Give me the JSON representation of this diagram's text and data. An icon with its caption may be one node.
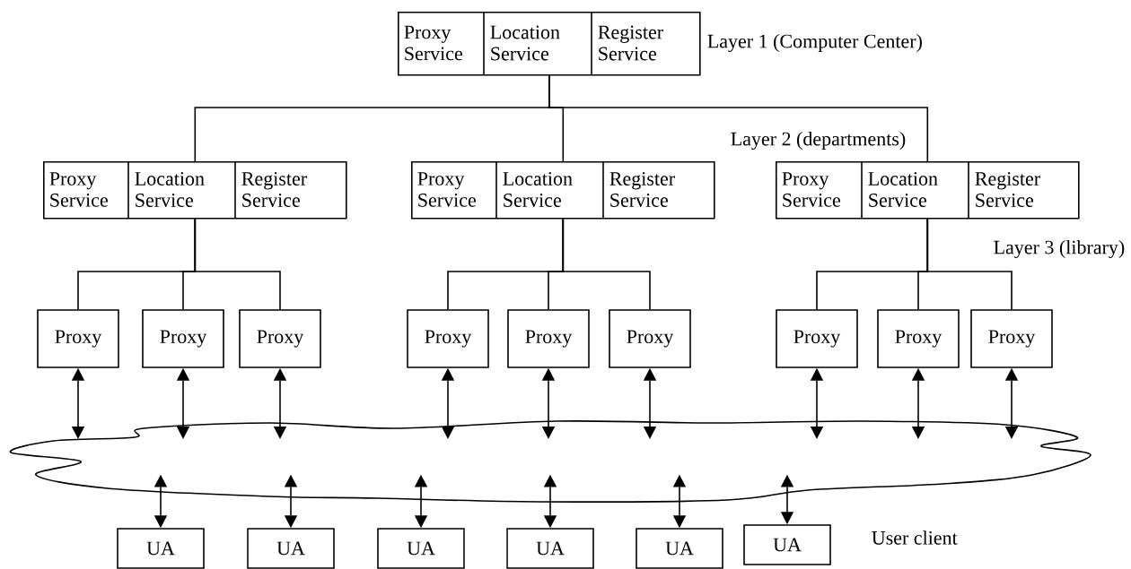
{
  "diagram": {
    "nodes": [
      {
        "text": [
          "Proxy Service",
          "Location Service",
          "Register Service"
        ],
        "beside": [
          "Layer 1 (Computer Center)"
        ]
      },
      {
        "text": [
          "Proxy Service",
          "Location Service",
          "Register Service"
        ]
      },
      {
        "text": [
          "Proxy Service",
          "Location Service",
          "Register Service"
        ]
      },
      {
        "text": [
          "Proxy Service",
          "Location Service",
          "Register Service"
        ]
      },
      {
        "text": [
          "Proxy"
        ]
      },
      {
        "text": [
          "Proxy"
        ]
      },
      {
        "text": [
          "Proxy"
        ]
      },
      {
        "text": [
          "Proxy"
        ]
      },
      {
        "text": [
          "Proxy"
        ]
      },
      {
        "text": [
          "Proxy"
        ]
      },
      {
        "text": [
          "Proxy"
        ]
      },
      {
        "text": [
          "Proxy"
        ]
      },
      {
        "text": [
          "Proxy"
        ]
      },
      {
        "text": [],
        "shape": "cloud"
      },
      {
        "text": [
          "UA"
        ]
      },
      {
        "text": [
          "UA"
        ]
      },
      {
        "text": [
          "UA"
        ]
      },
      {
        "text": [
          "UA"
        ]
      },
      {
        "text": [
          "UA"
        ]
      },
      {
        "text": [
          "UA"
        ]
      }
    ],
    "edges": [
      {
        "from": 0,
        "to": 1,
        "arrow": "none"
      },
      {
        "from": 0,
        "to": 2,
        "arrow": "none"
      },
      {
        "from": 0,
        "to": 3,
        "arrow": "none"
      },
      {
        "from": 1,
        "to": 4,
        "arrow": "none"
      },
      {
        "from": 1,
        "to": 5,
        "arrow": "none"
      },
      {
        "from": 1,
        "to": 6,
        "arrow": "none"
      },
      {
        "from": 2,
        "to": 7,
        "arrow": "none"
      },
      {
        "from": 2,
        "to": 8,
        "arrow": "none"
      },
      {
        "from": 2,
        "to": 9,
        "arrow": "none"
      },
      {
        "from": 3,
        "to": 10,
        "arrow": "none"
      },
      {
        "from": 3,
        "to": 11,
        "arrow": "none"
      },
      {
        "from": 3,
        "to": 12,
        "arrow": "none"
      },
      {
        "from": 4,
        "to": 13,
        "arrow": "both"
      },
      {
        "from": 5,
        "to": 13,
        "arrow": "both"
      },
      {
        "from": 6,
        "to": 13,
        "arrow": "both"
      },
      {
        "from": 7,
        "to": 13,
        "arrow": "both"
      },
      {
        "from": 8,
        "to": 13,
        "arrow": "both"
      },
      {
        "from": 9,
        "to": 13,
        "arrow": "both"
      },
      {
        "from": 10,
        "to": 13,
        "arrow": "both"
      },
      {
        "from": 11,
        "to": 13,
        "arrow": "both"
      },
      {
        "from": 12,
        "to": 13,
        "arrow": "both"
      },
      {
        "from": 13,
        "to": 14,
        "arrow": "both"
      },
      {
        "from": 13,
        "to": 15,
        "arrow": "both"
      },
      {
        "from": 13,
        "to": 16,
        "arrow": "both"
      },
      {
        "from": 13,
        "to": 17,
        "arrow": "both"
      },
      {
        "from": 13,
        "to": 18,
        "arrow": "both"
      },
      {
        "from": 13,
        "to": 19,
        "arrow": "both"
      }
    ],
    "labels": [
      "Layer 2 (departments)",
      "Layer 3 (library)",
      "User client"
    ]
  }
}
